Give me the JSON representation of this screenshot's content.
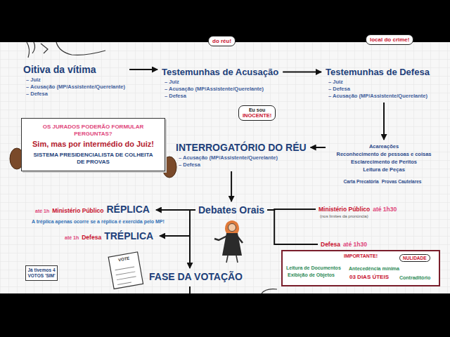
{
  "diagram": {
    "nodes": [
      {
        "text": [
          "do réu!"
        ]
      },
      {
        "text": [
          "local do crime!"
        ]
      },
      {
        "text": [
          "Oitiva da vítima",
          "– Juiz",
          "– Acusação (MP/Assistente/Querelante)",
          "– Defesa"
        ]
      },
      {
        "text": [
          "Testemunhas de Acusação",
          "– Juiz",
          "– Acusação (MP/Assistente/Querelante)",
          "– Defesa"
        ]
      },
      {
        "text": [
          "Testemunhas de Defesa",
          "– Juiz",
          "– Defesa",
          "– Acusação (MP/Assistente/Querelante)"
        ]
      },
      {
        "text": [
          "OS JURADOS PODERÃO FORMULAR PERGUNTAS?",
          "Sim, mas por intermédio do Juiz!",
          "SISTEMA PRESIDENCIALISTA DE COLHEITA DE PROVAS"
        ]
      },
      {
        "text": [
          "Eu sou",
          "INOCENTE!"
        ]
      },
      {
        "text": [
          "INTERROGATÓRIO DO RÉU",
          "– Acusação (MP/Assistente/Querelante)",
          "– Defesa"
        ]
      },
      {
        "text": [
          "Acareações",
          "Reconhecimento de pessoas e coisas",
          "Esclarecimento de Peritos",
          "Leitura de Peças",
          "Carta Precatória",
          "Provas Cautelares"
        ]
      },
      {
        "text": [
          "até 1h",
          "Ministério Público",
          "RÉPLICA"
        ]
      },
      {
        "text": [
          "Debates Orais"
        ]
      },
      {
        "text": [
          "Ministério Público",
          "até 1h30",
          "(nos limites da pronúncia)"
        ]
      },
      {
        "text": [
          "até 1h",
          "Defesa",
          "TRÉPLICA"
        ]
      },
      {
        "text": [
          "Defesa",
          "até 1h30"
        ]
      },
      {
        "text": [
          "IMPORTANTE!",
          "Leitura de Documentos",
          "Exibição de Objetos",
          "Antecedência mínima",
          "03 DIAS ÚTEIS",
          "Contraditório"
        ]
      },
      {
        "text": [
          "NULIDADE"
        ],
        "in": 14
      },
      {
        "text": [
          "Já tivemos 4 VOTOS 'SIM'"
        ]
      },
      {
        "text": [
          "FASE DA VOTAÇÃO"
        ]
      }
    ],
    "edges": [
      {
        "from": 2,
        "to": 3,
        "arrow": "to"
      },
      {
        "from": 3,
        "to": 4,
        "arrow": "to"
      },
      {
        "from": 4,
        "to": 8,
        "arrow": "to"
      },
      {
        "from": 8,
        "to": 7,
        "arrow": "to"
      },
      {
        "from": 7,
        "to": 10,
        "arrow": "to"
      },
      {
        "from": 10,
        "to": 9,
        "arrow": "to"
      },
      {
        "from": 10,
        "to": 12,
        "arrow": "to"
      },
      {
        "from": 10,
        "to": 17,
        "arrow": "to"
      },
      {
        "from": 10,
        "to": 11,
        "arrow": "none"
      },
      {
        "from": 10,
        "to": 13,
        "arrow": "none"
      }
    ],
    "labels": [
      "A tréplica apenas ocorre se a réplica é exercida pelo MP!",
      "VOTE"
    ]
  }
}
